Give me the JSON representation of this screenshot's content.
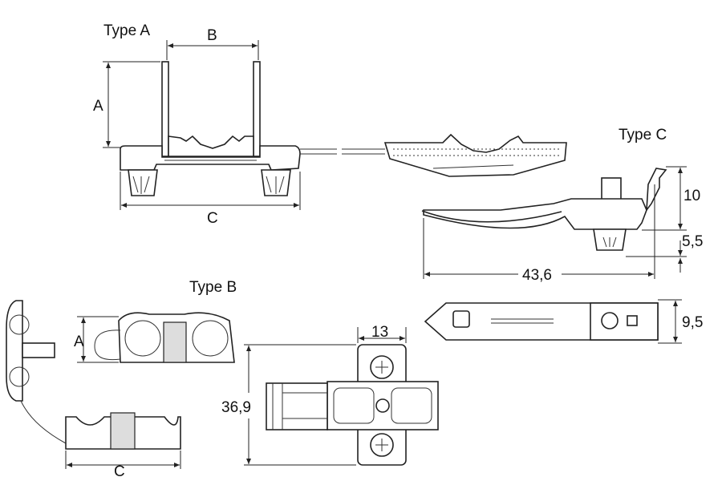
{
  "drawing": {
    "type_a": {
      "title": "Type A",
      "dim_b": "B",
      "dim_a": "A",
      "dim_c": "C"
    },
    "type_b": {
      "title": "Type B",
      "dim_a": "A",
      "dim_c": "C",
      "dim_width": "13",
      "dim_height": "36,9"
    },
    "type_c": {
      "title": "Type C",
      "dim_height": "10",
      "dim_pin": "5,5",
      "dim_length": "43,6",
      "dim_width": "9,5"
    }
  }
}
